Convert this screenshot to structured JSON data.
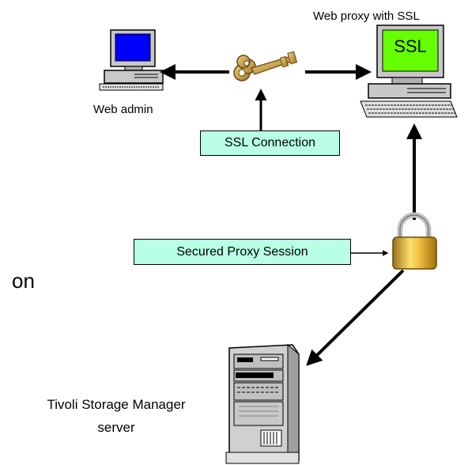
{
  "labels": {
    "web_admin": "Web admin",
    "web_proxy": "Web proxy  with SSL",
    "ssl_screen": "SSL",
    "ssl_connection": "SSL Connection",
    "secured_session": "Secured Proxy Session",
    "cut_text": "on",
    "tsm_line1": "Tivoli Storage Manager",
    "tsm_line2": "server"
  },
  "icons": [
    "computer-icon",
    "key-icon",
    "padlock-icon",
    "server-icon"
  ],
  "colors": {
    "label_fill": "#b8ffe6",
    "admin_screen": "#0000ff",
    "proxy_screen": "#66ff00",
    "key_gold": "#c8a040",
    "lock_gold": "#e0b020"
  }
}
